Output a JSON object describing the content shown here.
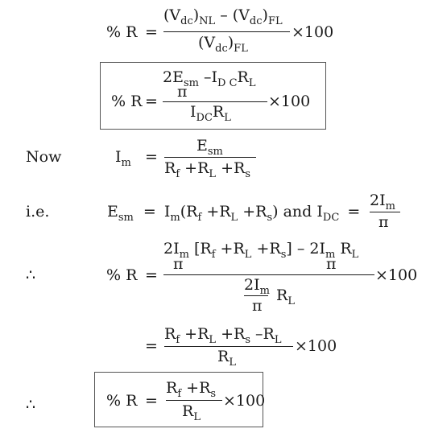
{
  "symbols": {
    "percent_R": "% R",
    "equals": "=",
    "times100": "×100",
    "minus": "–",
    "plus": "+",
    "pi": "π",
    "therefore": "∴"
  },
  "labels": {
    "now": "Now",
    "ie": "i.e.",
    "and": "and"
  },
  "eq1": {
    "num_a": "(V",
    "num_a_sub": "dc",
    "num_a_close": ")",
    "num_a_sub2": "NL",
    "num_b": "(V",
    "num_b_sub": "dc",
    "num_b_close": ")",
    "num_b_sub2": "FL",
    "den": "(V",
    "den_sub": "dc",
    "den_close": ")",
    "den_sub2": "FL"
  },
  "eq2": {
    "num_2E": "2E",
    "num_sm": "sm",
    "num_I": "–I",
    "num_DC": "D C",
    "num_R": "R",
    "num_L": "L",
    "den_I": "I",
    "den_DC": "DC",
    "den_R": "R",
    "den_L": "L"
  },
  "eq3": {
    "lhs_I": "I",
    "lhs_m": "m",
    "num_E": "E",
    "num_sm": "sm",
    "den_Rf": "R",
    "den_f": "f",
    "den_RL": "+R",
    "den_L": "L",
    "den_Rs": "+R",
    "den_s": "s"
  },
  "eq4": {
    "E": "E",
    "sm": "sm",
    "Im": "I",
    "m": "m",
    "open": "(R",
    "f": "f",
    "pRL": "+R",
    "L": "L",
    "pRs": "+R",
    "s": "s",
    "close": ")",
    "I": "I",
    "DC": "DC",
    "frac_num": "2I",
    "frac_m": "m"
  },
  "eq5": {
    "n1_2I": "2I",
    "n1_m": "m",
    "bracket_open": "[R",
    "f": "f",
    "pRL": "+R",
    "L": "L",
    "pRs": "+R",
    "s": "s",
    "bracket_close": "]",
    "n2_2I": "2I",
    "n2_m": "m",
    "n2_R": "R",
    "n2_L": "L",
    "d_2I": "2I",
    "d_m": "m",
    "d_R": "R",
    "d_L": "L"
  },
  "eq6": {
    "Rf": "R",
    "f": "f",
    "pRL": "+R",
    "L": "L",
    "pRs": "+R",
    "s": "s",
    "mRL": "–R",
    "L2": "L",
    "den_R": "R",
    "den_L": "L"
  },
  "eq7": {
    "Rf": "R",
    "f": "f",
    "pRs": "+R",
    "s": "s",
    "den_R": "R",
    "den_L": "L"
  }
}
